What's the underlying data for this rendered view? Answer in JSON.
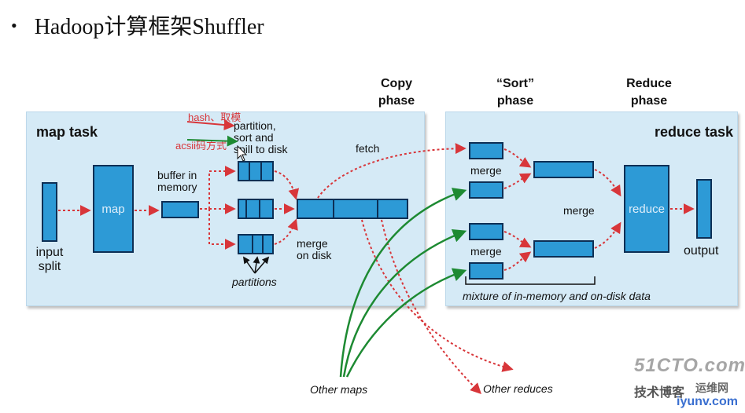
{
  "slide": {
    "bullet": "•",
    "title": "Hadoop计算框架Shuffler"
  },
  "phases": {
    "copy": "Copy\nphase",
    "sort": "“Sort”\nphase",
    "reduce": "Reduce\nphase"
  },
  "map_task": {
    "title": "map task",
    "input_split": "input\nsplit",
    "map": "map",
    "buffer": "buffer in\nmemory",
    "partition": "partition,\nsort and\nspill to disk",
    "partitions": "partitions",
    "merge_on_disk": "merge\non disk",
    "fetch": "fetch"
  },
  "reduce_task": {
    "title": "reduce task",
    "merge_top": "merge",
    "merge_mid": "merge",
    "merge_bottom": "merge",
    "reduce": "reduce",
    "output": "output",
    "mixture": "mixture of in-memory and on-disk data"
  },
  "external": {
    "other_maps": "Other maps",
    "other_reduces": "Other reduces"
  },
  "annotations": {
    "hash": "hash、取模",
    "ascii": "acsii码方式"
  },
  "watermark": {
    "site": "51CTO.com",
    "blog": "技术博客",
    "sub": "运维网",
    "domain": "iyunv.com"
  },
  "colors": {
    "panel": "#d5eaf6",
    "box": "#2d9ad6",
    "arrow_red": "#d8363a",
    "arrow_green": "#1d8a32"
  }
}
